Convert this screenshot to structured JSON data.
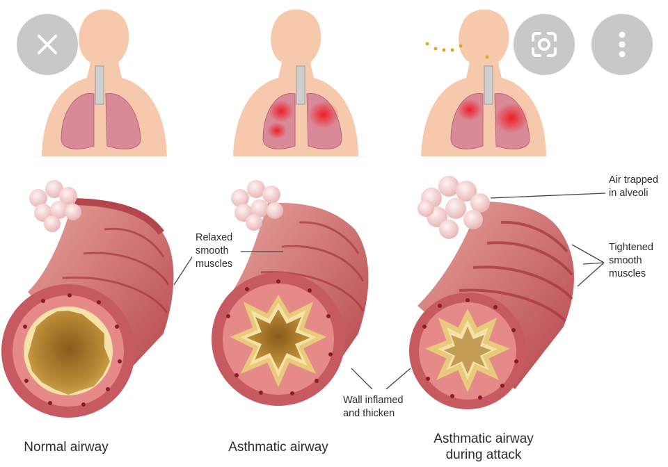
{
  "diagram": {
    "panels": [
      {
        "caption_lines": [
          "Normal airway"
        ]
      },
      {
        "caption_lines": [
          "Asthmatic airway"
        ]
      },
      {
        "caption_lines": [
          "Asthmatic airway",
          "during attack"
        ]
      }
    ],
    "annotations": {
      "relaxed_smooth_muscles": [
        "Relaxed",
        "smooth",
        "muscles"
      ],
      "air_trapped": [
        "Air trapped",
        "in alveoli"
      ],
      "tightened_smooth_muscles": [
        "Tightened",
        "smooth",
        "muscles"
      ],
      "wall_inflamed": [
        "Wall inflamed",
        "and thicken"
      ]
    }
  },
  "overlay": {
    "close_icon": "close-icon",
    "lens_icon": "lens-search-icon",
    "more_icon": "more-vertical-icon"
  },
  "colors": {
    "skin": "#f7c9ac",
    "lung": "#d98a99",
    "inflamed": "#e8202a",
    "airway_outer": "#c65a60",
    "airway_inner": "#e58a88",
    "lumen": "#c79a3c",
    "mucosa": "#f4e2a8",
    "alveoli": "#f2c6c6",
    "overlay_button": "#bebebe"
  }
}
